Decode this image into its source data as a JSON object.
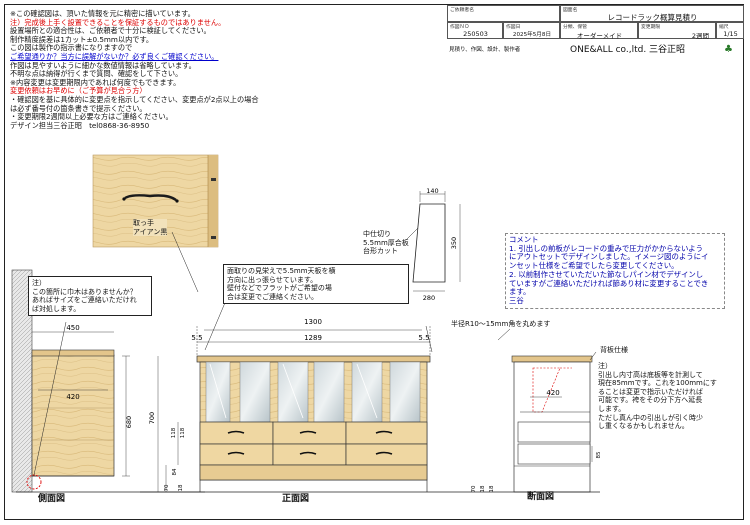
{
  "notes": {
    "lines": [
      {
        "text": "※この確認図は、頂いた情報を元に精密に描いています。",
        "color": "black"
      },
      {
        "text": "注）完成後上手く設置できることを保証するものではありません。",
        "color": "red"
      },
      {
        "text": "設置場所との適合性は、ご依頼者で十分に検証してください。",
        "color": "black"
      },
      {
        "text": "制作精度誤差は1カット±0.5mm以内です。",
        "color": "black"
      },
      {
        "text": "この図は製作の指示書になりますので",
        "color": "black"
      },
      {
        "text": "ご希望通りか？当方に誤解がないか？必ず良くご確認ください。",
        "color": "blue"
      },
      {
        "text": "作図は見やすいように細かな数値情報は省略しています。",
        "color": "black"
      },
      {
        "text": "不明な点は納得が行くまで質問、確認をして下さい。",
        "color": "black"
      },
      {
        "text": "※内容変更は変更期限内であれば何度でもできます。",
        "color": "black"
      },
      {
        "text": "変更依頼はお早めに（ご予算が見合う方）",
        "color": "red"
      },
      {
        "text": "・確認図を基に具体的に変更点を指示してください、変更点が2点以上の場合",
        "color": "black"
      },
      {
        "text": "は必ず番号付の箇条書きで提示ください。",
        "color": "black"
      },
      {
        "text": "・変更期限2週間以上必要な方はご連絡ください。",
        "color": "black"
      },
      {
        "text": "デザイン担当三谷正昭　tel0868-36-8950",
        "color": "black"
      }
    ]
  },
  "title_block": {
    "client_label": "ご依頼者名",
    "client_value": "",
    "drawing_name_label": "図面名",
    "drawing_name_value": "レコードラック概算見積り",
    "drawing_no_label": "作図ＮＯ",
    "drawing_no_value": "250503",
    "date_label": "作図日",
    "date_value": "2025年5月8日",
    "type_label": "分類、保管",
    "type_value": "オーダーメイド",
    "deadline_label": "変更期限",
    "deadline_value": "2週間",
    "scale_label": "縮尺",
    "scale_value": "1/15",
    "maker_label": "見積り、作図、設計、製作者",
    "maker_value": "ONE&ALL co.,ltd. 三谷正昭"
  },
  "photo_caption": "取っ手\nアイアン黒",
  "callouts": {
    "chamfer_note": "面取りの見栄えで5.5mm天板を横\n方向に出っ張らせています。\n壁付などでフラットがご希望の場\n合は変更でご連絡ください。",
    "partition_note": "中仕切り\n5.5mm厚合板\n台形カット",
    "side_note": "注）\nこの箇所に巾木はありませんか？\nあればサイズをご連絡いただけれ\nば対処します。",
    "radius_note": "半径R10～15mm角を丸めます",
    "back_label": "背板仕様",
    "back_note": "注）\n引出し内寸高は底板等を計測して\n現在85mmです。これを100mmにす\nることは変更で指示いただければ\n可能です。袴をその分下方へ延長\nします。\nただし真ん中の引出しが引く時少\nし重くなるかもしれません。",
    "comment": "コメント\n1. 引出しの前板がレコードの重みで圧力がかからないよう\nにアウトセットでデザインしました。イメージ図のようにイ\nンセット仕様をご希望でしたら変更してください。\n2. 以前制作させていただいた節なしパイン材でデザインし\nていますがご連絡いただければ節あり材に変更することでき\nます。\n三谷"
  },
  "dimensions": {
    "trap_top": "140",
    "trap_height": "350",
    "trap_bottom": "280",
    "side_depth": "450",
    "side_inner": "420",
    "side_height": "680",
    "front_width": "1300",
    "front_inner": "1289",
    "front_height": "700",
    "overhang_left": "5.5",
    "overhang_right": "5.5",
    "drawer_a": "118",
    "drawer_b": "118",
    "plinth": "84",
    "bottom_a": "70",
    "bottom_b": "18",
    "section_depth": "420",
    "section_inner": "85",
    "section_bottom_a": "70",
    "section_bottom_b": "18",
    "section_bottom_c": "18"
  },
  "view_titles": {
    "side": "側面図",
    "front": "正面図",
    "section": "断面図"
  }
}
